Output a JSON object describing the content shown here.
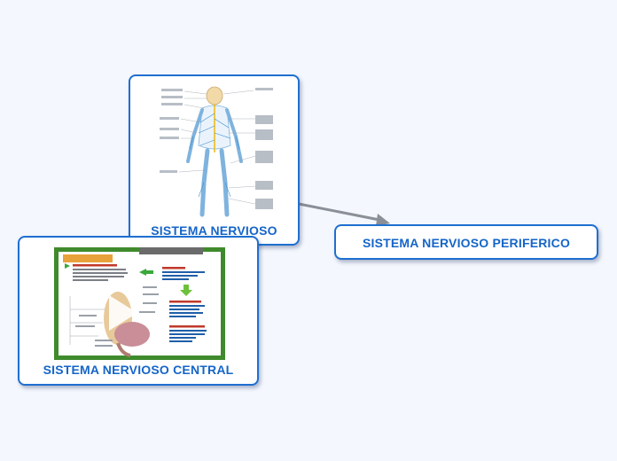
{
  "canvas": {
    "background": "#f4f7fd"
  },
  "colors": {
    "node_border": "#1f6fd1",
    "node_text": "#1565c8",
    "connector": "#8a8f98"
  },
  "nodes": {
    "main": {
      "label": "SISTEMA NERVIOSO",
      "image": "nervous-system-anatomy-diagram"
    },
    "peripheral": {
      "label": "SISTEMA NERVIOSO PERIFERICO"
    },
    "central": {
      "label": "SISTEMA NERVIOSO CENTRAL",
      "image": "central-nervous-system-slide"
    }
  },
  "edges": [
    {
      "from": "main",
      "to": "peripheral"
    }
  ]
}
